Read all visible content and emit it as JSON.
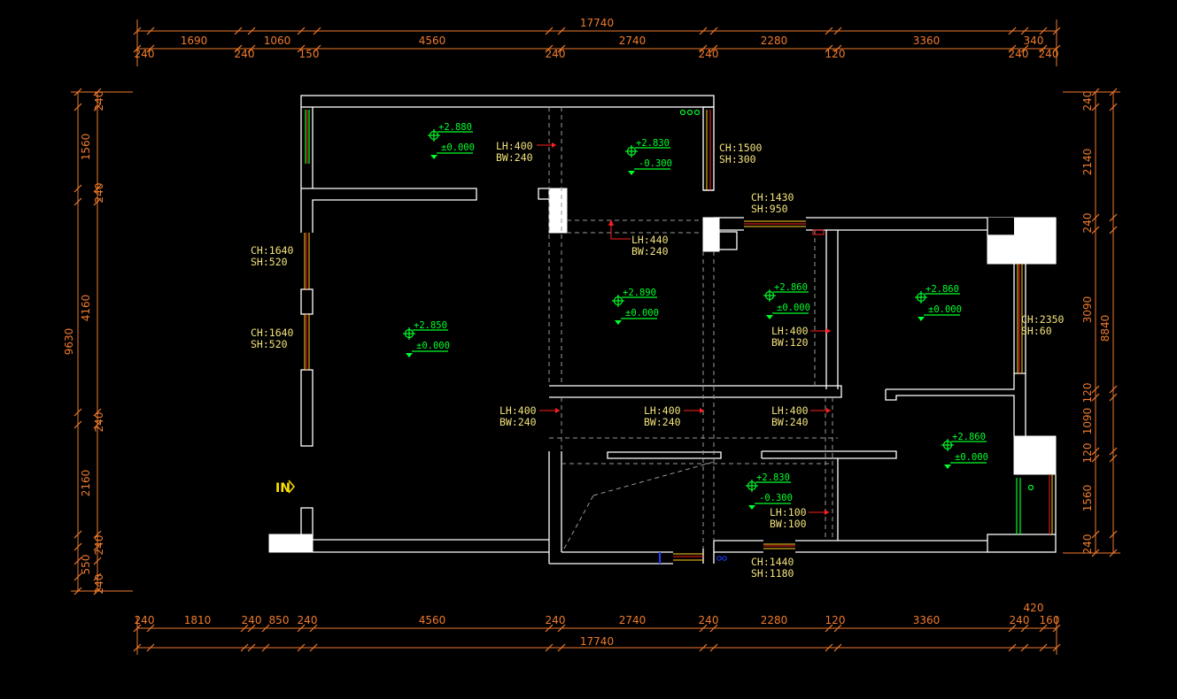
{
  "dimensions": {
    "top_total": "17740",
    "top_segments": [
      "1690",
      "1060",
      "4560",
      "2740",
      "2280",
      "3360",
      "340"
    ],
    "top_offsets": [
      "240",
      "240",
      "150",
      "240",
      "240",
      "120",
      "240",
      "240"
    ],
    "bottom_segments": [
      "240",
      "1810",
      "240",
      "850",
      "240",
      "4560",
      "240",
      "2740",
      "240",
      "2280",
      "120",
      "3360",
      "240",
      "160"
    ],
    "bottom_extra": "420",
    "bottom_total": "17740",
    "left_total": "9630",
    "left_segments": [
      "240",
      "1560",
      "240",
      "4160",
      "240",
      "2160",
      "240",
      "550",
      "240"
    ],
    "right_total": "8840",
    "right_segments": [
      "240",
      "2140",
      "240",
      "3090",
      "120",
      "1090",
      "120",
      "1560",
      "240"
    ]
  },
  "annotations": [
    {
      "id": "lh1",
      "lines": [
        "LH:400",
        "BW:240"
      ]
    },
    {
      "id": "ch1",
      "lines": [
        "CH:1500",
        "SH:300"
      ]
    },
    {
      "id": "ch2",
      "lines": [
        "CH:1430",
        "SH:950"
      ]
    },
    {
      "id": "lh2",
      "lines": [
        "LH:440",
        "BW:240"
      ]
    },
    {
      "id": "ch3",
      "lines": [
        "CH:1640",
        "SH:520"
      ]
    },
    {
      "id": "ch4",
      "lines": [
        "CH:1640",
        "SH:520"
      ]
    },
    {
      "id": "lh3",
      "lines": [
        "LH:400",
        "BW:120"
      ]
    },
    {
      "id": "ch5",
      "lines": [
        "CH:2350",
        "SH:60"
      ]
    },
    {
      "id": "lh4",
      "lines": [
        "LH:400",
        "BW:240"
      ]
    },
    {
      "id": "lh5",
      "lines": [
        "LH:400",
        "BW:240"
      ]
    },
    {
      "id": "lh6",
      "lines": [
        "LH:400",
        "BW:240"
      ]
    },
    {
      "id": "lh7",
      "lines": [
        "LH:100",
        "BW:100"
      ]
    },
    {
      "id": "ch6",
      "lines": [
        "CH:1440",
        "SH:1180"
      ]
    }
  ],
  "levels": [
    {
      "id": "lv1",
      "top": "+2.880",
      "bottom": "±0.000"
    },
    {
      "id": "lv2",
      "top": "+2.830",
      "bottom": "-0.300"
    },
    {
      "id": "lv3",
      "top": "+2.890",
      "bottom": "±0.000"
    },
    {
      "id": "lv4",
      "top": "+2.860",
      "bottom": "±0.000"
    },
    {
      "id": "lv5",
      "top": "+2.860",
      "bottom": "±0.000"
    },
    {
      "id": "lv6",
      "top": "+2.850",
      "bottom": "±0.000"
    },
    {
      "id": "lv7",
      "top": "+2.860",
      "bottom": "±0.000"
    },
    {
      "id": "lv8",
      "top": "+2.830",
      "bottom": "-0.300"
    }
  ],
  "entry_label": "IN",
  "colors": {
    "dimension": "#f07a2c",
    "label": "#f2e27a",
    "level": "#00ff2a",
    "wall": "#ffffff",
    "arrow": "#ff2020"
  }
}
